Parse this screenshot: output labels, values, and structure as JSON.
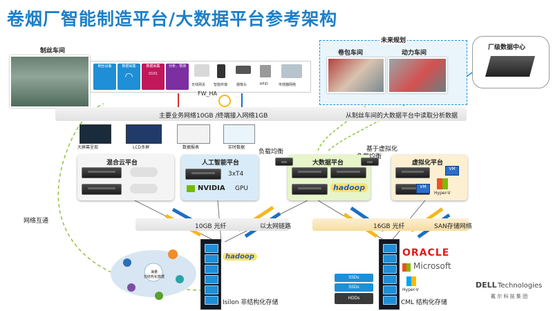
{
  "page": {
    "title": "卷烟厂智能制造平台/大数据平台参考架构"
  },
  "workshop": {
    "name": "制丝车间",
    "tiles": [
      {
        "label": "制丝设备",
        "color": "#1e8fd6"
      },
      {
        "label": "数据采集",
        "color": "#1e8fd6"
      },
      {
        "label": "数据采集",
        "color": "#c2185b"
      },
      {
        "label": "分析、预测",
        "color": "#7b2fa0"
      }
    ],
    "devices": [
      "无线网关",
      "智能终端",
      "摄像头",
      "RFID",
      "传感器网络"
    ]
  },
  "future": {
    "title": "未来规划",
    "workshops": [
      "卷包车间",
      "动力车间"
    ]
  },
  "factory_dc": {
    "title": "厂级数据中心"
  },
  "network": {
    "fw_ha": "FW_HA",
    "main_network": "主要业务网络10GB /终端接入网络1GB",
    "read_data": "从制丝车间的大数据平台中读取分析数据",
    "interconnect": "网络互通"
  },
  "apps": [
    "大屏幕呈现",
    "LCD多屏",
    "数据报表",
    "实时数据"
  ],
  "virtualization_label": "基于虚拟化",
  "load_balance": [
    "负载均衡",
    "负载均衡"
  ],
  "platforms": {
    "hybrid_cloud": {
      "title": "混合云平台"
    },
    "ai": {
      "title": "人工智能平台",
      "spec": "3xT4",
      "vendor": "NVIDIA",
      "gpu": "GPU"
    },
    "bigdata": {
      "title": "大数据平台",
      "brand": "hadoop"
    },
    "virtualization": {
      "title": "虚拟化平台",
      "vm": "VM",
      "hyperv": "Hyper-V"
    }
  },
  "links": {
    "left_fiber": "10GB 光纤",
    "ethernet": "以太网链路",
    "right_fiber": "16GB 光纤",
    "san": "SAN存储网络"
  },
  "storage": {
    "isilon": "Isilon 非结构化存储",
    "cml": "CML 结构化存储",
    "hadoop": "hadoop",
    "massive": "海量",
    "unstructured": "非结构化数据",
    "ssd": [
      "SSDs",
      "SSDs"
    ],
    "hdd": "HDDs",
    "oracle": "ORACLE",
    "microsoft": "Microsoft",
    "hyperv": "Hyper-V"
  },
  "brand": {
    "dell": "DELL",
    "technologies": "Technologies",
    "cn": "戴 尔 科 技 集 团"
  },
  "colors": {
    "title": "#1f7fc6",
    "workshop_bg": "#eaf5fb",
    "ai_bg": "#d8ebf8",
    "bigdata_bg": "#e7f5c9",
    "virt_bg": "#fcefd2"
  }
}
